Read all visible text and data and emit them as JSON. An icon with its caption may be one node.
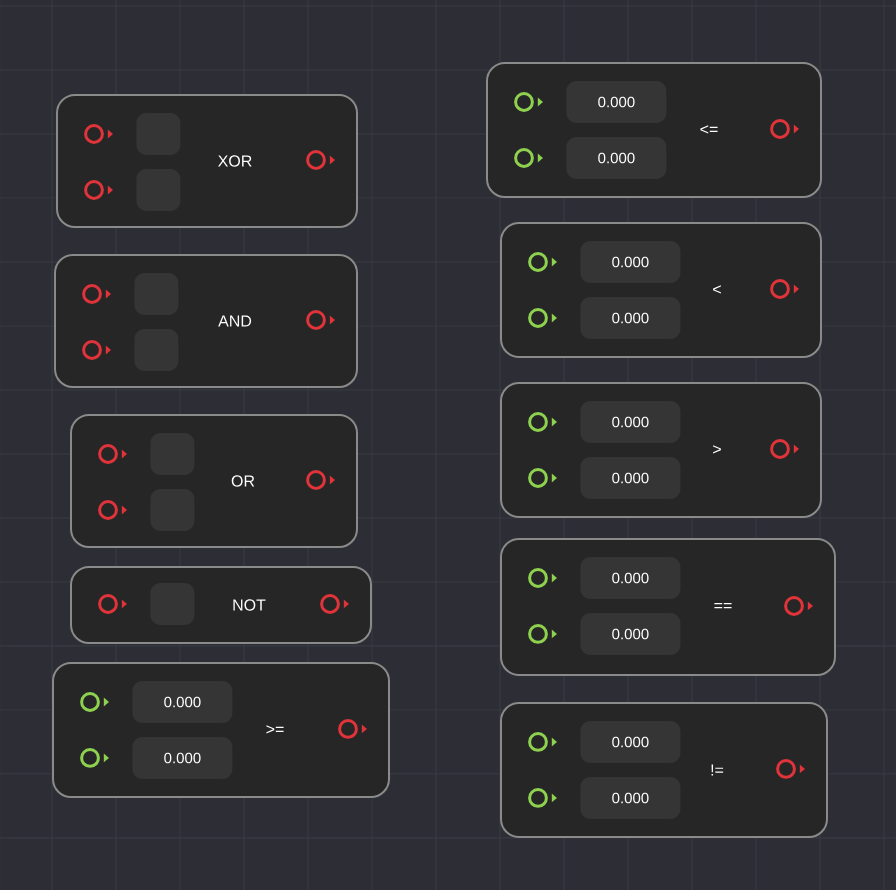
{
  "diagram": {
    "nodes": [
      {
        "text": [
          "XOR"
        ]
      },
      {
        "text": [],
        "shape": "box",
        "in": 0
      },
      {
        "text": [],
        "shape": "box",
        "in": 0
      },
      {
        "text": [
          "AND"
        ]
      },
      {
        "text": [],
        "shape": "box",
        "in": 3
      },
      {
        "text": [],
        "shape": "box",
        "in": 3
      },
      {
        "text": [
          "OR"
        ]
      },
      {
        "text": [],
        "shape": "box",
        "in": 6
      },
      {
        "text": [],
        "shape": "box",
        "in": 6
      },
      {
        "text": [
          "NOT"
        ]
      },
      {
        "text": [],
        "shape": "box",
        "in": 9
      },
      {
        "text": [
          ">="
        ]
      },
      {
        "text": [
          "0.000"
        ],
        "in": 11
      },
      {
        "text": [
          "0.000"
        ],
        "in": 11
      },
      {
        "text": [
          "<="
        ]
      },
      {
        "text": [
          "0.000"
        ],
        "in": 14
      },
      {
        "text": [
          "0.000"
        ],
        "in": 14
      },
      {
        "text": [
          "<"
        ]
      },
      {
        "text": [
          "0.000"
        ],
        "in": 17
      },
      {
        "text": [
          "0.000"
        ],
        "in": 17
      },
      {
        "text": [
          ">"
        ]
      },
      {
        "text": [
          "0.000"
        ],
        "in": 20
      },
      {
        "text": [
          "0.000"
        ],
        "in": 20
      },
      {
        "text": [
          "=="
        ]
      },
      {
        "text": [
          "0.000"
        ],
        "in": 23
      },
      {
        "text": [
          "0.000"
        ],
        "in": 23
      },
      {
        "text": [
          "!="
        ]
      },
      {
        "text": [
          "0.000"
        ],
        "in": 26
      },
      {
        "text": [
          "0.000"
        ],
        "in": 26
      }
    ]
  }
}
